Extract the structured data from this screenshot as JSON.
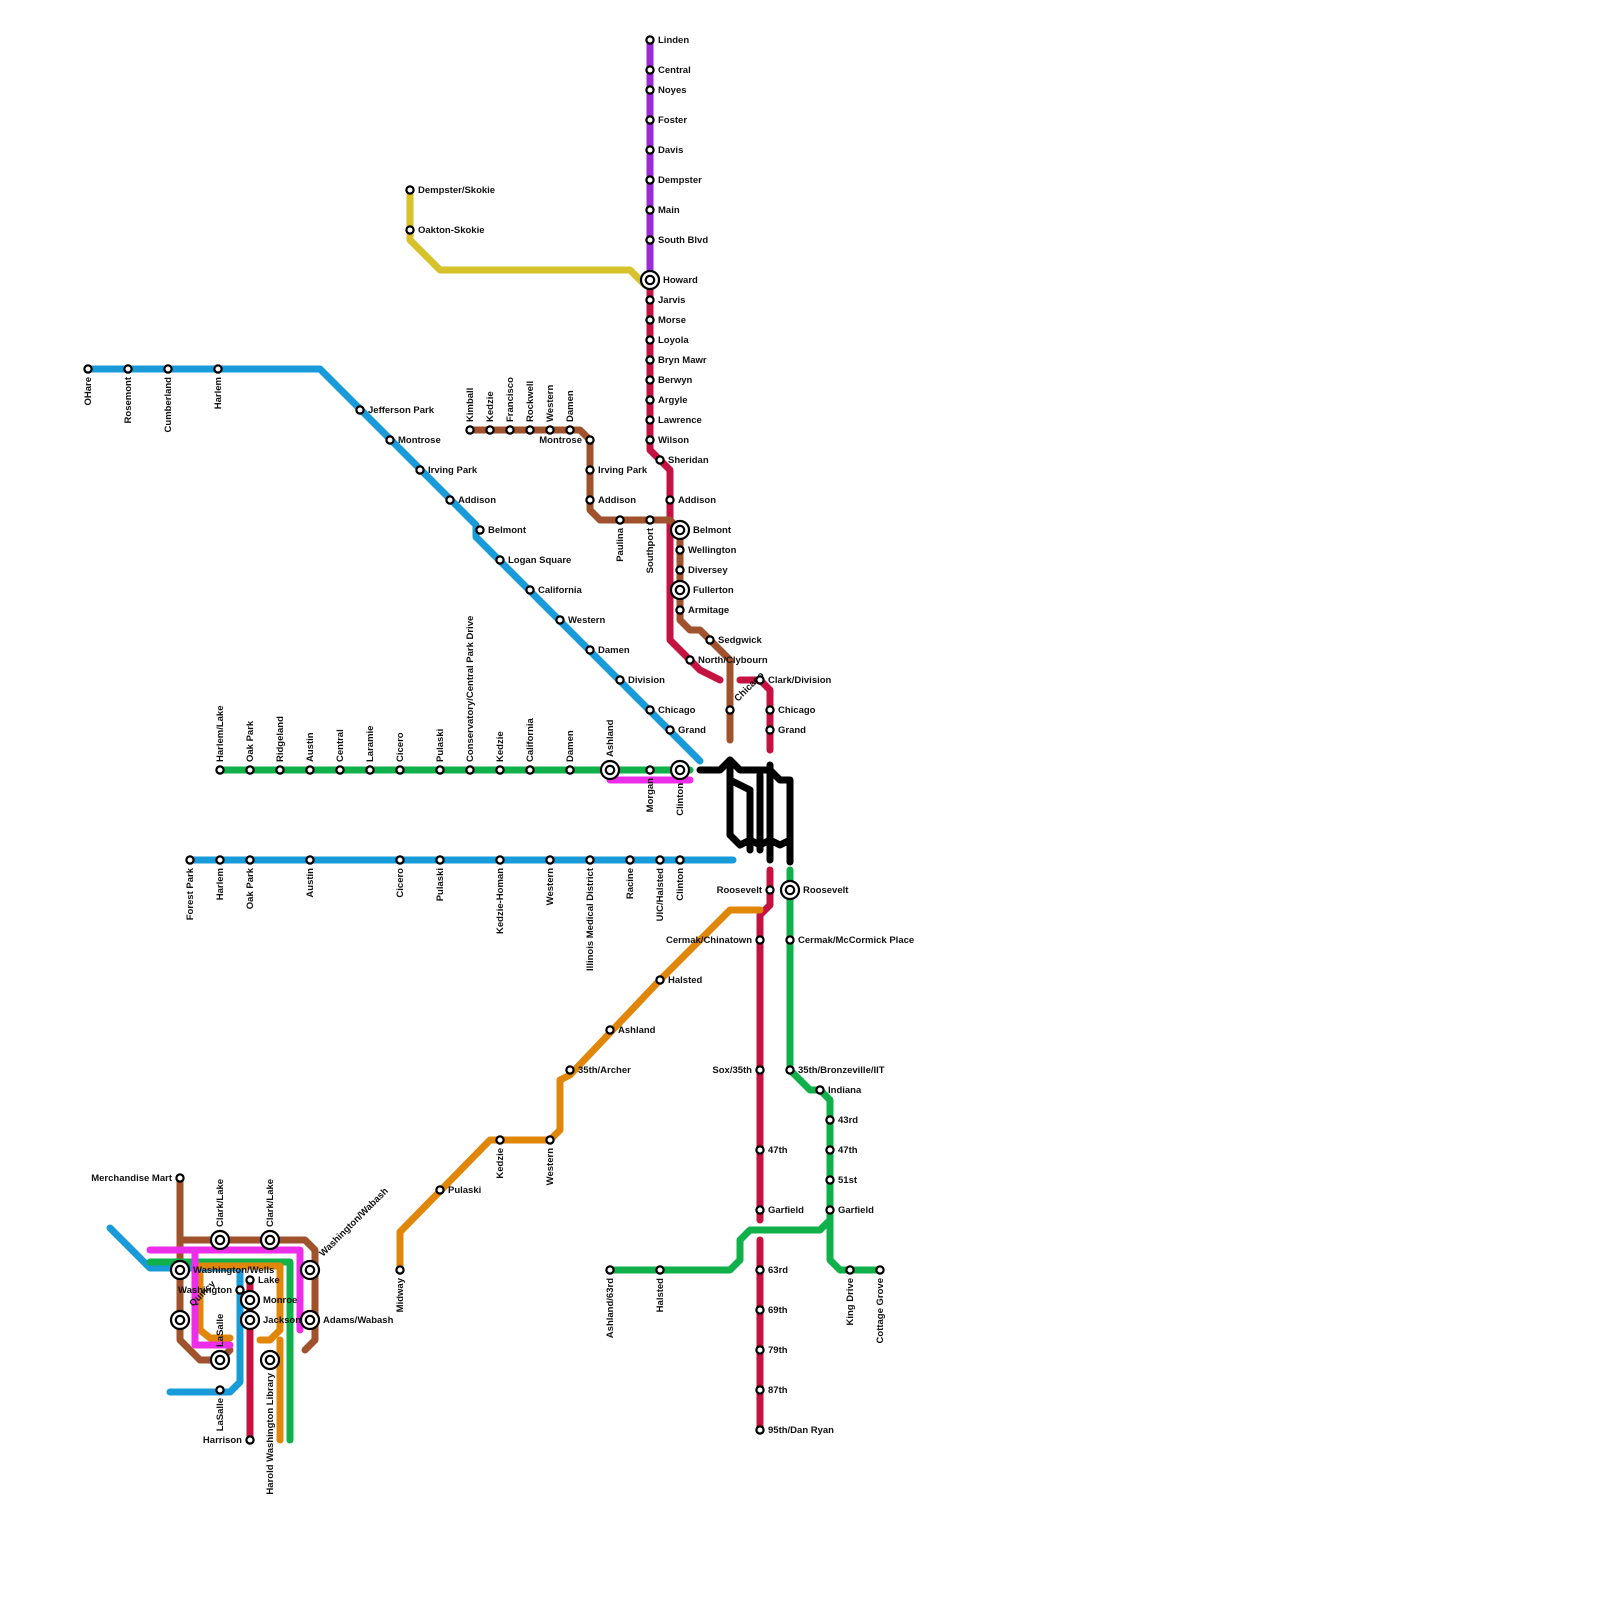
{
  "title": "",
  "colors": {
    "blue": "#1a9bd9",
    "red": "#c41340",
    "brown": "#a0522d",
    "green": "#10b04a",
    "orange": "#e0870a",
    "purple": "#9b2bd6",
    "yellow": "#d6c22a",
    "pink": "#ec2ee8",
    "loop": "#000000"
  },
  "lines": [
    {
      "id": "blue-ohare",
      "color": "blue"
    },
    {
      "id": "blue-forest-park",
      "color": "blue"
    },
    {
      "id": "blue-loop",
      "color": "blue"
    },
    {
      "id": "red-north",
      "color": "red"
    },
    {
      "id": "red-south",
      "color": "red"
    },
    {
      "id": "brown",
      "color": "brown"
    },
    {
      "id": "green-west",
      "color": "green"
    },
    {
      "id": "green-south",
      "color": "green"
    },
    {
      "id": "orange",
      "color": "orange"
    },
    {
      "id": "purple",
      "color": "purple"
    },
    {
      "id": "yellow",
      "color": "yellow"
    },
    {
      "id": "pink",
      "color": "pink"
    },
    {
      "id": "loop-elevated",
      "color": "loop"
    }
  ],
  "stations": {
    "purple": [
      "Linden",
      "Central",
      "Noyes",
      "Foster",
      "Davis",
      "Dempster",
      "Main",
      "South Blvd"
    ],
    "yellow": [
      "Dempster/Skokie",
      "Oakton-Skokie"
    ],
    "red_north": [
      "Howard",
      "Jarvis",
      "Morse",
      "Loyola",
      "Bryn Mawr",
      "Berwyn",
      "Argyle",
      "Lawrence",
      "Wilson",
      "Sheridan",
      "Addison",
      "Belmont",
      "Wellington",
      "Diversey",
      "Fullerton",
      "Armitage",
      "Sedgwick",
      "North/Clybourn",
      "Chicago",
      "Clark/Division",
      "Chicago",
      "Grand"
    ],
    "blue_ohare": [
      "OHare",
      "Rosemont",
      "Cumberland",
      "Harlem",
      "Jefferson Park",
      "Montrose",
      "Irving Park",
      "Addison",
      "Belmont",
      "Logan Square",
      "California",
      "Western",
      "Damen",
      "Division",
      "Chicago",
      "Grand"
    ],
    "brown": [
      "Kimball",
      "Kedzie",
      "Francisco",
      "Rockwell",
      "Western",
      "Damen",
      "Montrose",
      "Irving Park",
      "Addison",
      "Paulina",
      "Southport"
    ],
    "green_west": [
      "Harlem/Lake",
      "Oak Park",
      "Ridgeland",
      "Austin",
      "Central",
      "Laramie",
      "Cicero",
      "Pulaski",
      "Conservatory/Central Park Drive",
      "Kedzie",
      "California",
      "Damen",
      "Ashland",
      "Morgan",
      "Clinton"
    ],
    "blue_forest_park": [
      "Forest Park",
      "Harlem",
      "Oak Park",
      "Austin",
      "Cicero",
      "Pulaski",
      "Kedzie-Homan",
      "Western",
      "Illinois Medical District",
      "Racine",
      "UIC/Halsted",
      "Clinton"
    ],
    "south": [
      "Roosevelt",
      "Roosevelt",
      "Cermak/Chinatown",
      "Cermak/McCormick Place",
      "Sox/35th",
      "35th/Bronzeville/IIT",
      "Indiana",
      "43rd",
      "47th",
      "47th",
      "51st",
      "Garfield",
      "Garfield",
      "63rd",
      "69th",
      "79th",
      "87th",
      "95th/Dan Ryan",
      "Ashland/63rd",
      "Halsted",
      "King Drive",
      "Cottage Grove"
    ],
    "orange": [
      "Halsted",
      "Ashland",
      "35th/Archer",
      "Western",
      "Kedzie",
      "Pulaski",
      "Midway"
    ],
    "loop": [
      "Merchandise Mart",
      "Clark/Lake",
      "Clark/Lake",
      "Washington/Wells",
      "Washington/Wabash",
      "Lake",
      "Washington",
      "Monroe",
      "Quincy",
      "Jackson",
      "Adams/Wabash",
      "LaSalle",
      "LaSalle",
      "Harold Washington Library",
      "Harrison"
    ]
  }
}
